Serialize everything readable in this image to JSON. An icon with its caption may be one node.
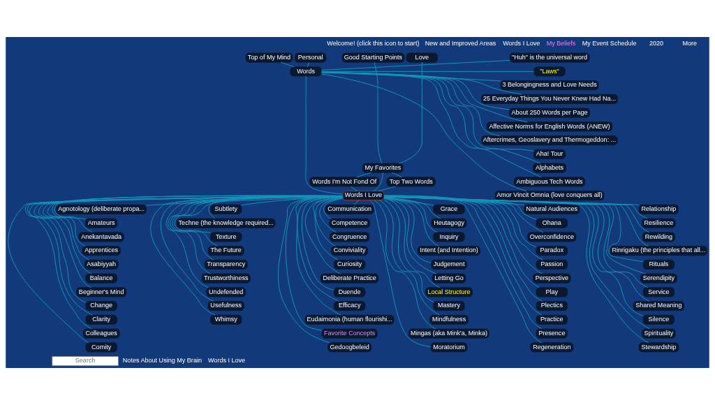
{
  "diagram": {
    "nodes": [
      {
        "text": [
          "Good Starting Points"
        ]
      },
      {
        "text": [
          "Love"
        ]
      },
      {
        "text": [
          "My Favorites"
        ]
      },
      {
        "text": [
          "Personal"
        ]
      },
      {
        "text": [
          "Top of My Mind"
        ]
      },
      {
        "text": [
          "Words"
        ]
      },
      {
        "text": [
          "Top Two Words"
        ]
      },
      {
        "text": [
          "Words I'm Not Fond Of"
        ]
      },
      {
        "text": [
          "Words I Love"
        ]
      },
      {
        "text": [
          "\"Huh\" is the universal word"
        ]
      },
      {
        "text": [
          "\"Laws\""
        ]
      },
      {
        "text": [
          "3 Belongingness and Love Needs"
        ]
      },
      {
        "text": [
          "25 Everyday Things You Never Knew Had Na..."
        ]
      },
      {
        "text": [
          "About 250 Words per Page"
        ]
      },
      {
        "text": [
          "Affective Norms for English Words (ANEW)"
        ]
      },
      {
        "text": [
          "Aftercrimes, Geoslavery and Thermogeddon: ..."
        ]
      },
      {
        "text": [
          "Aha! Tour"
        ]
      },
      {
        "text": [
          "Alphabets"
        ]
      },
      {
        "text": [
          "Ambiguous Tech Words"
        ]
      },
      {
        "text": [
          "Amor Vincit Omnia (love conquers all)"
        ]
      },
      {
        "text": [
          "Agnotology (deliberate propa..."
        ]
      },
      {
        "text": [
          "Amateurs"
        ]
      },
      {
        "text": [
          "Anekantavada"
        ]
      },
      {
        "text": [
          "Apprentices"
        ]
      },
      {
        "text": [
          "Asabiyyah"
        ]
      },
      {
        "text": [
          "Balance"
        ]
      },
      {
        "text": [
          "Beginner's Mind"
        ]
      },
      {
        "text": [
          "Change"
        ]
      },
      {
        "text": [
          "Clarity"
        ]
      },
      {
        "text": [
          "Colleagues"
        ]
      },
      {
        "text": [
          "Comity"
        ]
      },
      {
        "text": [
          "Communication"
        ]
      },
      {
        "text": [
          "Competence"
        ]
      },
      {
        "text": [
          "Congruence"
        ]
      },
      {
        "text": [
          "Conviviality"
        ]
      },
      {
        "text": [
          "Curiosity"
        ]
      },
      {
        "text": [
          "Deliberate Practice"
        ]
      },
      {
        "text": [
          "Duende"
        ]
      },
      {
        "text": [
          "Efficacy"
        ]
      },
      {
        "text": [
          "Eudaimonia (human flourishi..."
        ]
      },
      {
        "text": [
          "Favorite Concepts"
        ]
      },
      {
        "text": [
          "Gedoogbeleid"
        ]
      },
      {
        "text": [
          "Grace"
        ]
      },
      {
        "text": [
          "Heutagogy"
        ]
      },
      {
        "text": [
          "Inquiry"
        ]
      },
      {
        "text": [
          "Intent (and Intention)"
        ]
      },
      {
        "text": [
          "Judgement"
        ]
      },
      {
        "text": [
          "Letting Go"
        ]
      },
      {
        "text": [
          "Local Structure"
        ]
      },
      {
        "text": [
          "Mastery"
        ]
      },
      {
        "text": [
          "Mindfulness"
        ]
      },
      {
        "text": [
          "Mingas (aka Mink'a, Minka)"
        ]
      },
      {
        "text": [
          "Moratorium"
        ]
      },
      {
        "text": [
          "Natural Audiences"
        ]
      },
      {
        "text": [
          "Ohana"
        ]
      },
      {
        "text": [
          "Overconfidence"
        ]
      },
      {
        "text": [
          "Paradox"
        ]
      },
      {
        "text": [
          "Passion"
        ]
      },
      {
        "text": [
          "Perspective"
        ]
      },
      {
        "text": [
          "Play"
        ]
      },
      {
        "text": [
          "Plectics"
        ]
      },
      {
        "text": [
          "Practice"
        ]
      },
      {
        "text": [
          "Presence"
        ]
      },
      {
        "text": [
          "Regeneration"
        ]
      },
      {
        "text": [
          "Relationship"
        ]
      },
      {
        "text": [
          "Resilience"
        ]
      },
      {
        "text": [
          "Rewilding"
        ]
      },
      {
        "text": [
          "Rinrigaku (the principles that all..."
        ]
      },
      {
        "text": [
          "Rituals"
        ]
      },
      {
        "text": [
          "Serendipity"
        ]
      },
      {
        "text": [
          "Service"
        ]
      },
      {
        "text": [
          "Shared Meaning"
        ]
      },
      {
        "text": [
          "Silence"
        ]
      },
      {
        "text": [
          "Spirituality"
        ]
      },
      {
        "text": [
          "Stewardship"
        ]
      },
      {
        "text": [
          "Subtlety"
        ]
      },
      {
        "text": [
          "Techne (the knowledge required..."
        ]
      },
      {
        "text": [
          "Texture"
        ]
      },
      {
        "text": [
          "The Future"
        ]
      },
      {
        "text": [
          "Transparency"
        ]
      },
      {
        "text": [
          "Trustworthiness"
        ]
      },
      {
        "text": [
          "Undefended"
        ]
      },
      {
        "text": [
          "Usefulness"
        ]
      },
      {
        "text": [
          "Whimsy"
        ]
      }
    ],
    "edges": [
      {
        "from": 0,
        "to": 2,
        "arrow": "none"
      },
      {
        "from": 1,
        "to": 2,
        "arrow": "none"
      },
      {
        "from": 3,
        "to": 5,
        "arrow": "none"
      },
      {
        "from": 4,
        "to": 5,
        "arrow": "none"
      },
      {
        "from": 2,
        "to": 8,
        "arrow": "none"
      },
      {
        "from": 5,
        "to": 8,
        "arrow": "none"
      },
      {
        "from": 2,
        "to": 6,
        "arrow": "none"
      },
      {
        "from": 2,
        "to": 7,
        "arrow": "none"
      },
      {
        "from": 6,
        "to": 8,
        "arrow": "none"
      },
      {
        "from": 7,
        "to": 8,
        "arrow": "none"
      },
      {
        "from": 5,
        "to": 9,
        "arrow": "none"
      },
      {
        "from": 5,
        "to": 10,
        "arrow": "none"
      },
      {
        "from": 5,
        "to": 11,
        "arrow": "none"
      },
      {
        "from": 5,
        "to": 12,
        "arrow": "none"
      },
      {
        "from": 5,
        "to": 13,
        "arrow": "none"
      },
      {
        "from": 5,
        "to": 14,
        "arrow": "none"
      },
      {
        "from": 5,
        "to": 15,
        "arrow": "none"
      },
      {
        "from": 5,
        "to": 16,
        "arrow": "none"
      },
      {
        "from": 5,
        "to": 17,
        "arrow": "none"
      },
      {
        "from": 5,
        "to": 18,
        "arrow": "none"
      },
      {
        "from": 5,
        "to": 19,
        "arrow": "none"
      },
      {
        "from": 8,
        "to": 20,
        "arrow": "none"
      },
      {
        "from": 8,
        "to": 21,
        "arrow": "none"
      },
      {
        "from": 8,
        "to": 22,
        "arrow": "none"
      },
      {
        "from": 8,
        "to": 23,
        "arrow": "none"
      },
      {
        "from": 8,
        "to": 24,
        "arrow": "none"
      },
      {
        "from": 8,
        "to": 25,
        "arrow": "none"
      },
      {
        "from": 8,
        "to": 26,
        "arrow": "none"
      },
      {
        "from": 8,
        "to": 27,
        "arrow": "none"
      },
      {
        "from": 8,
        "to": 28,
        "arrow": "none"
      },
      {
        "from": 8,
        "to": 29,
        "arrow": "none"
      },
      {
        "from": 8,
        "to": 30,
        "arrow": "none"
      },
      {
        "from": 8,
        "to": 31,
        "arrow": "none"
      },
      {
        "from": 8,
        "to": 32,
        "arrow": "none"
      },
      {
        "from": 8,
        "to": 33,
        "arrow": "none"
      },
      {
        "from": 8,
        "to": 34,
        "arrow": "none"
      },
      {
        "from": 8,
        "to": 35,
        "arrow": "none"
      },
      {
        "from": 8,
        "to": 36,
        "arrow": "none"
      },
      {
        "from": 8,
        "to": 37,
        "arrow": "none"
      },
      {
        "from": 8,
        "to": 38,
        "arrow": "none"
      },
      {
        "from": 8,
        "to": 39,
        "arrow": "none"
      },
      {
        "from": 8,
        "to": 40,
        "arrow": "none"
      },
      {
        "from": 8,
        "to": 41,
        "arrow": "none"
      },
      {
        "from": 8,
        "to": 42,
        "arrow": "none"
      },
      {
        "from": 8,
        "to": 43,
        "arrow": "none"
      },
      {
        "from": 8,
        "to": 44,
        "arrow": "none"
      },
      {
        "from": 8,
        "to": 45,
        "arrow": "none"
      },
      {
        "from": 8,
        "to": 46,
        "arrow": "none"
      },
      {
        "from": 8,
        "to": 47,
        "arrow": "none"
      },
      {
        "from": 8,
        "to": 48,
        "arrow": "none"
      },
      {
        "from": 8,
        "to": 49,
        "arrow": "none"
      },
      {
        "from": 8,
        "to": 50,
        "arrow": "none"
      },
      {
        "from": 8,
        "to": 51,
        "arrow": "none"
      },
      {
        "from": 8,
        "to": 52,
        "arrow": "none"
      },
      {
        "from": 8,
        "to": 53,
        "arrow": "none"
      },
      {
        "from": 8,
        "to": 54,
        "arrow": "none"
      },
      {
        "from": 8,
        "to": 55,
        "arrow": "none"
      },
      {
        "from": 8,
        "to": 56,
        "arrow": "none"
      },
      {
        "from": 8,
        "to": 57,
        "arrow": "none"
      },
      {
        "from": 8,
        "to": 58,
        "arrow": "none"
      },
      {
        "from": 8,
        "to": 59,
        "arrow": "none"
      },
      {
        "from": 8,
        "to": 60,
        "arrow": "none"
      },
      {
        "from": 8,
        "to": 61,
        "arrow": "none"
      },
      {
        "from": 8,
        "to": 62,
        "arrow": "none"
      },
      {
        "from": 8,
        "to": 63,
        "arrow": "none"
      },
      {
        "from": 8,
        "to": 64,
        "arrow": "none"
      },
      {
        "from": 8,
        "to": 65,
        "arrow": "none"
      },
      {
        "from": 8,
        "to": 66,
        "arrow": "none"
      },
      {
        "from": 8,
        "to": 67,
        "arrow": "none"
      },
      {
        "from": 8,
        "to": 68,
        "arrow": "none"
      },
      {
        "from": 8,
        "to": 69,
        "arrow": "none"
      },
      {
        "from": 8,
        "to": 70,
        "arrow": "none"
      },
      {
        "from": 8,
        "to": 71,
        "arrow": "none"
      },
      {
        "from": 8,
        "to": 72,
        "arrow": "none"
      },
      {
        "from": 8,
        "to": 73,
        "arrow": "none"
      },
      {
        "from": 8,
        "to": 74,
        "arrow": "none"
      },
      {
        "from": 8,
        "to": 75,
        "arrow": "none"
      },
      {
        "from": 8,
        "to": 76,
        "arrow": "none"
      },
      {
        "from": 8,
        "to": 77,
        "arrow": "none"
      },
      {
        "from": 8,
        "to": 78,
        "arrow": "none"
      },
      {
        "from": 8,
        "to": 79,
        "arrow": "none"
      },
      {
        "from": 8,
        "to": 80,
        "arrow": "none"
      },
      {
        "from": 8,
        "to": 81,
        "arrow": "none"
      },
      {
        "from": 8,
        "to": 82,
        "arrow": "none"
      },
      {
        "from": 8,
        "to": 83,
        "arrow": "none"
      }
    ],
    "labels": [
      "Welcome! (click this icon to start)",
      "New and Improved Areas",
      "Words I Love",
      "My Beliefs",
      "My Event Schedule",
      "2020",
      "More",
      "Search",
      "Notes About Using My Brain",
      "Words I Love"
    ]
  }
}
